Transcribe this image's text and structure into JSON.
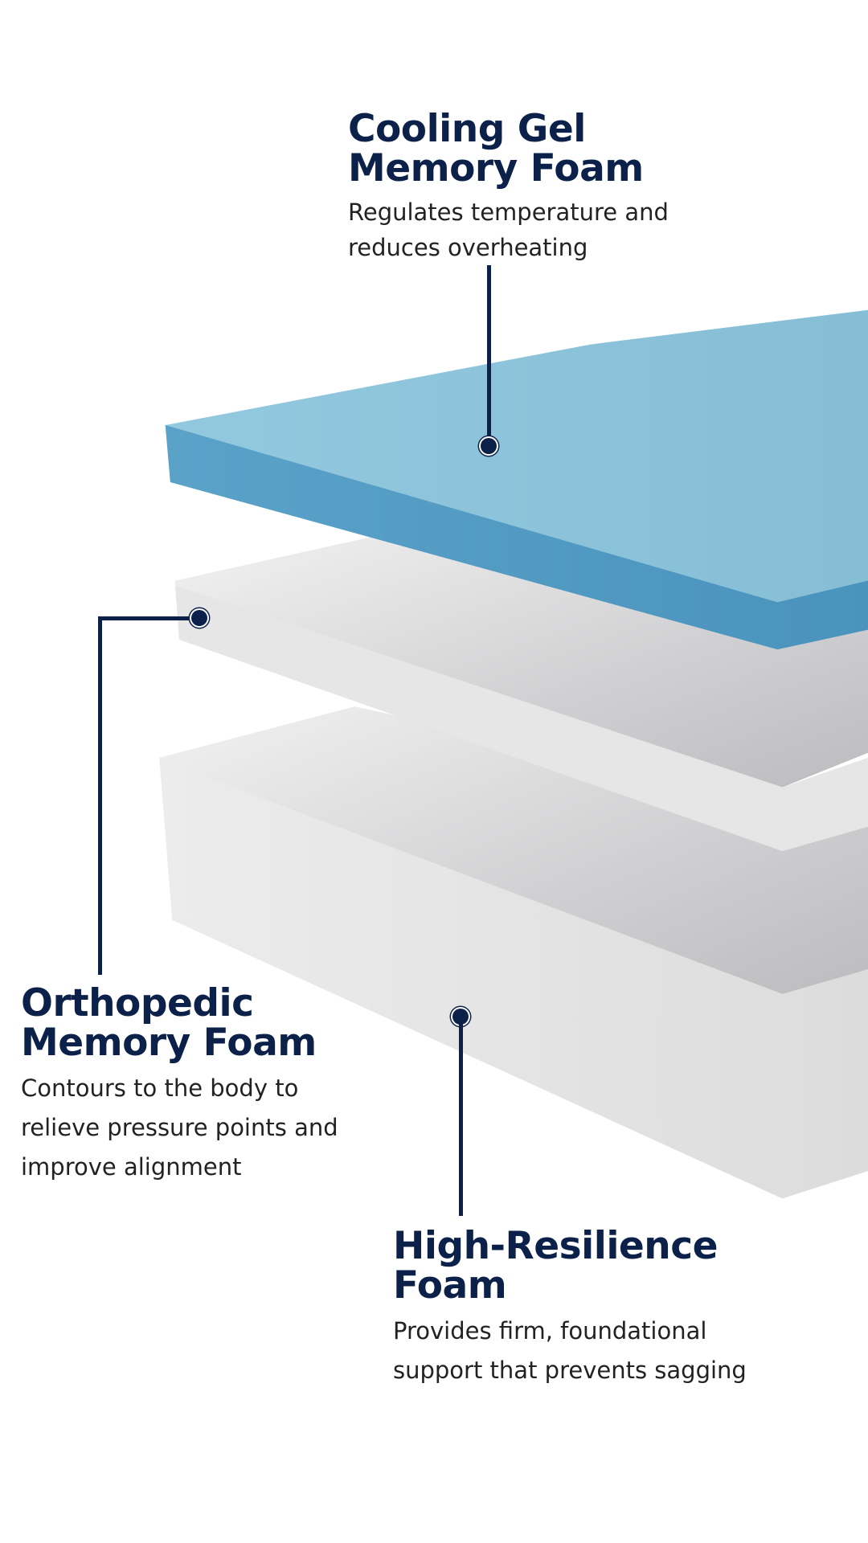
{
  "colors": {
    "accent": "#0c2149",
    "gel_blue": "#8fc6dc",
    "foam_gray": "#e2e2e2"
  },
  "layers": [
    {
      "title_line1": "Cooling Gel",
      "title_line2": "Memory Foam",
      "desc_line1": "Regulates temperature and",
      "desc_line2": "reduces overheating"
    },
    {
      "title_line1": "Orthopedic",
      "title_line2": "Memory Foam",
      "desc_line1": "Contours to the body to",
      "desc_line2": "relieve pressure points and",
      "desc_line3": "improve alignment"
    },
    {
      "title_line1": "High-Resilience",
      "title_line2": "Foam",
      "desc_line1": "Provides firm, foundational",
      "desc_line2": "support that prevents sagging"
    }
  ]
}
